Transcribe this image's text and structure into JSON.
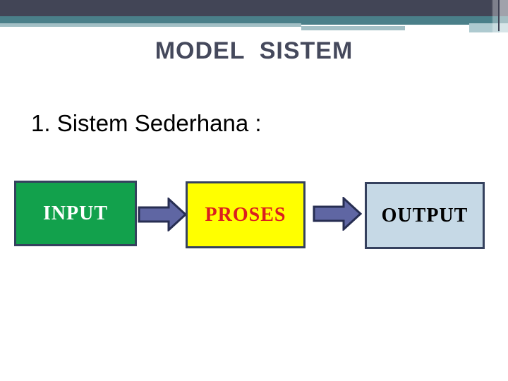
{
  "slide": {
    "title": "MODEL  SISTEM",
    "heading": "1. Sistem Sederhana :"
  },
  "diagram": {
    "nodes": [
      {
        "label": "INPUT",
        "fill": "#12A14C",
        "text_color": "#FFFFFF"
      },
      {
        "label": "PROSES",
        "fill": "#FFFF00",
        "text_color": "#DB1F1F"
      },
      {
        "label": "OUTPUT",
        "fill": "#C6D9E6",
        "text_color": "#000000"
      }
    ],
    "connectors": [
      {
        "type": "block-arrow-right"
      },
      {
        "type": "block-arrow-right"
      }
    ],
    "node_border_color": "#35415E",
    "arrow_fill": "#5F66A3",
    "arrow_border_color": "#272E52"
  },
  "theme": {
    "background": "#FFFFFF",
    "title_color": "#45495C",
    "header_dark": "#424556",
    "header_teal": "#4A7F89",
    "header_light": "#A2BFC5"
  }
}
